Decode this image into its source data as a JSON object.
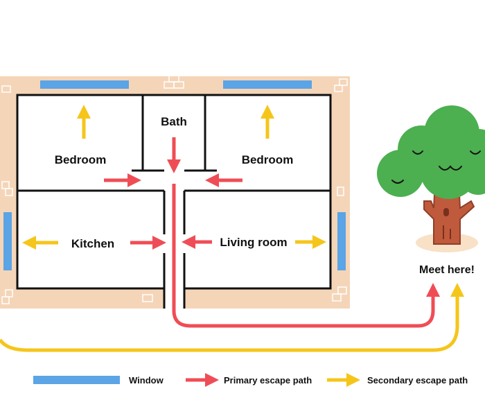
{
  "rooms": {
    "bath": "Bath",
    "bedroom_left": "Bedroom",
    "bedroom_right": "Bedroom",
    "kitchen": "Kitchen",
    "living_room": "Living room"
  },
  "meeting_point": {
    "label": "Meet here!",
    "icon": "tree-icon"
  },
  "legend": {
    "window": "Window",
    "primary": "Primary escape path",
    "secondary": "Secondary escape path"
  },
  "colors": {
    "floor": "#f5d5b8",
    "wall": "#111111",
    "window": "#5ba4e6",
    "primary_path": "#ef4d55",
    "secondary_path": "#f5c51a",
    "tree_leaves": "#4caf50",
    "tree_trunk": "#c05a3c",
    "tree_ground": "#f8e1c6"
  }
}
